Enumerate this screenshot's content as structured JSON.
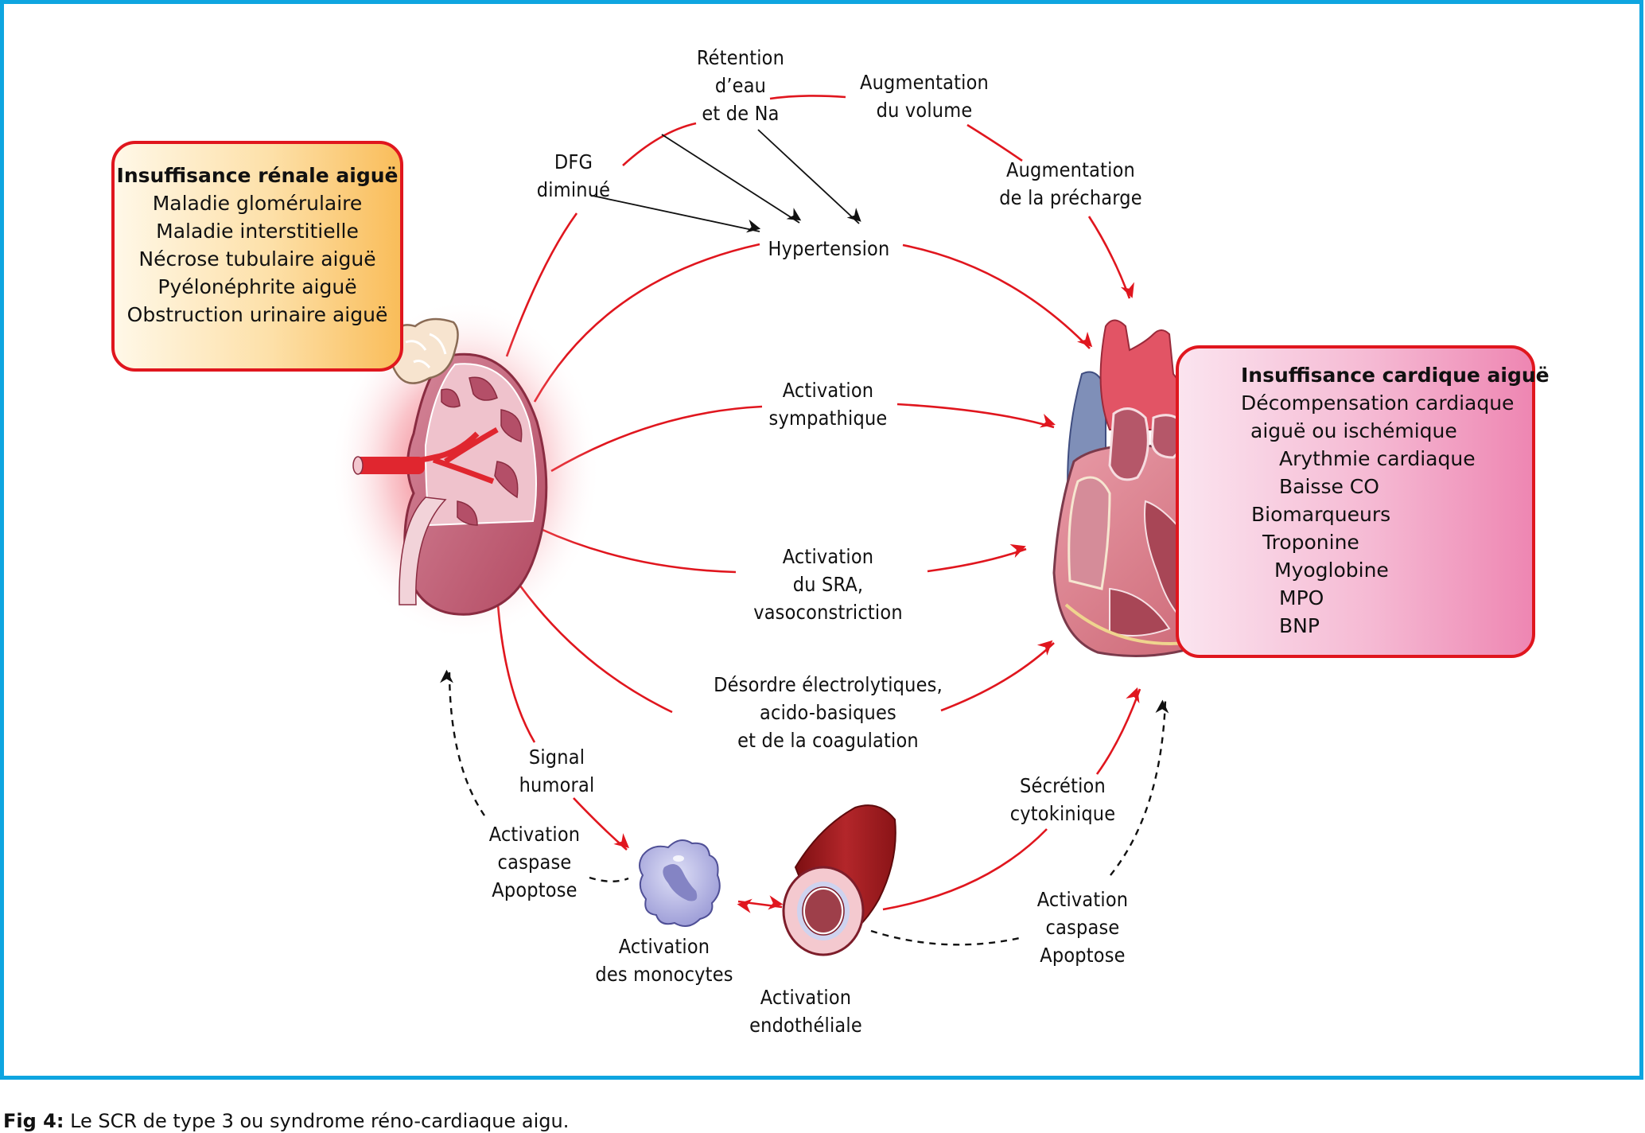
{
  "figure": {
    "caption_label": "Fig 4:",
    "caption_text": " Le SCR de type 3 ou syndrome réno-cardiaque aigu.",
    "frame_color": "#0ea5e0",
    "accent_color": "#e0161e"
  },
  "renal_box": {
    "title": "Insuffisance rénale aiguë",
    "items": [
      "Maladie glomérulaire",
      "Maladie interstitielle",
      "Nécrose tubulaire aiguë",
      "Pyélonéphrite aiguë",
      "Obstruction urinaire aiguë"
    ]
  },
  "cardiac_box": {
    "title": "Insuffisance cardique aiguë",
    "items": [
      "Décompensation cardiaque",
      "aiguë ou ischémique",
      "Arythmie cardiaque",
      "Baisse CO",
      "Biomarqueurs",
      "Troponine",
      "Myoglobine",
      "MPO",
      "BNP"
    ]
  },
  "illustrations": {
    "kidney": "kidney-illustration",
    "heart": "heart-illustration",
    "monocyte": "monocyte-illustration",
    "vessel": "blood-vessel-illustration"
  },
  "labels": {
    "retention": [
      "Rétention",
      "d’eau",
      "et de Na"
    ],
    "volume": [
      "Augmentation",
      "du volume"
    ],
    "dfg": [
      "DFG",
      "diminué"
    ],
    "precharge": [
      "Augmentation",
      "de la précharge"
    ],
    "hypertension": [
      "Hypertension"
    ],
    "sympathique": [
      "Activation",
      "sympathique"
    ],
    "sra": [
      "Activation",
      "du SRA,",
      "vasoconstriction"
    ],
    "desordre": [
      "Désordre électrolytiques,",
      "acido-basiques",
      "et de la coagulation"
    ],
    "signal": [
      "Signal",
      "humoral"
    ],
    "caspase_left": [
      "Activation",
      "caspase",
      "Apoptose"
    ],
    "monocytes": [
      "Activation",
      "des monocytes"
    ],
    "endotheliale": [
      "Activation",
      "endothéliale"
    ],
    "cytokinique": [
      "Sécrétion",
      "cytokinique"
    ],
    "caspase_right": [
      "Activation",
      "caspase",
      "Apoptose"
    ]
  }
}
